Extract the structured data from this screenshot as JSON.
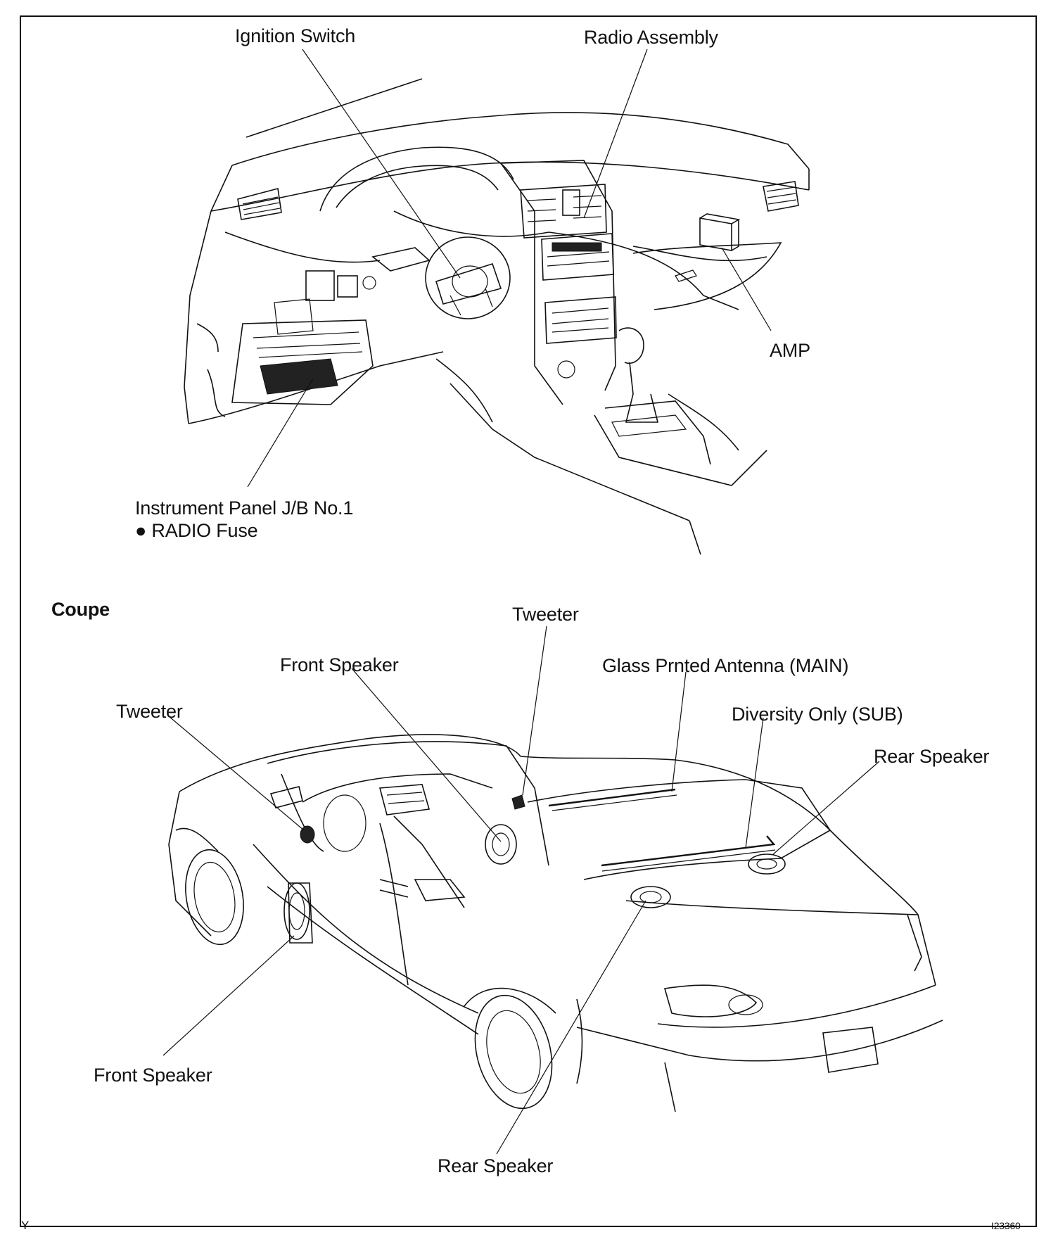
{
  "dash": {
    "ignition_switch": "Ignition Switch",
    "radio_assembly": "Radio Assembly",
    "amp": "AMP",
    "jb_line1": "Instrument Panel J/B No.1",
    "jb_line2": "● RADIO Fuse"
  },
  "car": {
    "section_title": "Coupe",
    "tweeter_right": "Tweeter",
    "front_speaker_top": "Front Speaker",
    "antenna_main": "Glass Prnted Antenna (MAIN)",
    "antenna_sub": "Diversity Only (SUB)",
    "tweeter_left": "Tweeter",
    "rear_speaker_right": "Rear Speaker",
    "front_speaker_bottom": "Front Speaker",
    "rear_speaker_bottom": "Rear Speaker"
  },
  "footer": {
    "corner_left": "Y",
    "figure_code": "I23360"
  }
}
